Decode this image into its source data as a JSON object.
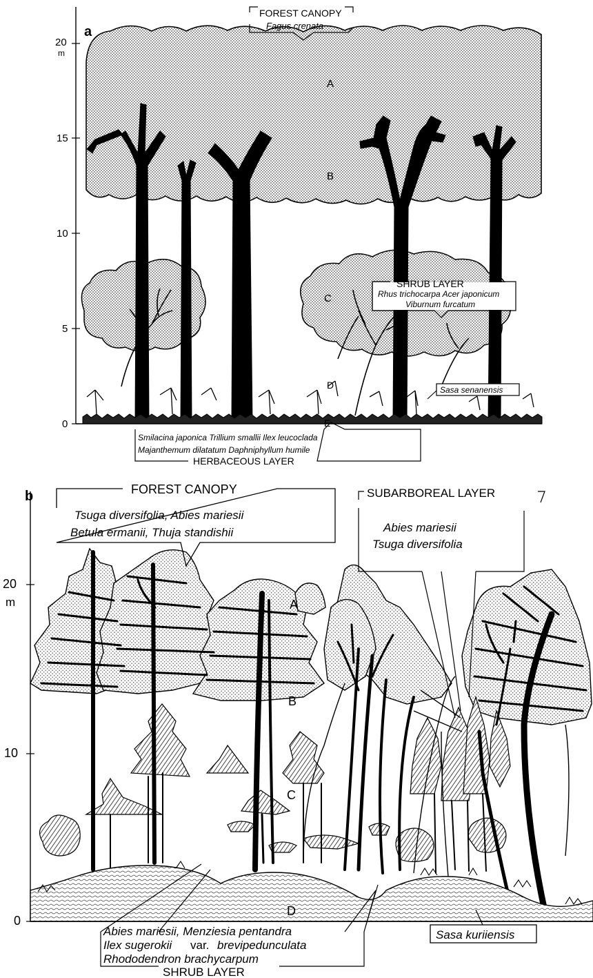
{
  "panel_a": {
    "letter": "a",
    "y_axis": {
      "ticks": [
        "20",
        "15",
        "10",
        "5",
        "0"
      ],
      "unit": "m"
    },
    "canopy": {
      "title": "FOREST CANOPY",
      "species": "Fagus crenata"
    },
    "layer_letters": [
      "A",
      "B",
      "C",
      "D",
      "E"
    ],
    "shrub": {
      "title": "SHRUB LAYER",
      "line1": "Rhus trichocarpa  Acer japonicum",
      "line2": "Viburnum furcatum"
    },
    "sasa": "Sasa senanensis",
    "herbaceous": {
      "line1": "Smilacina japonica    Trillium smallii    Ilex leucoclada",
      "line2": "Majanthemum dilatatum       Daphniphyllum humile",
      "title": "HERBACEOUS   LAYER"
    }
  },
  "panel_b": {
    "letter": "b",
    "y_axis": {
      "ticks": [
        "20",
        "10",
        "0"
      ],
      "unit": "m"
    },
    "canopy": {
      "title": "FOREST  CANOPY",
      "line1": "Tsuga diversifolia, Abies mariesii",
      "line2": "Betula ermanii,  Thuja standishii"
    },
    "subarboreal": {
      "title": "SUBARBOREAL LAYER",
      "line1": "Abies mariesii",
      "line2": "Tsuga diversifolia"
    },
    "layer_letters": [
      "A",
      "B",
      "C",
      "D"
    ],
    "sasa": "Sasa kuriiensis",
    "shrub": {
      "line1": "Abies mariesii,  Menziesia pentandra",
      "line2a": "Ilex sugerokii",
      "line2b": "var.",
      "line2c": "brevipedunculata",
      "line3": "Rhododendron  brachycarpum",
      "title": "SHRUB   LAYER"
    }
  },
  "colors": {
    "ink": "#000000",
    "stipple": "#7a7a7a",
    "paper": "#ffffff"
  }
}
